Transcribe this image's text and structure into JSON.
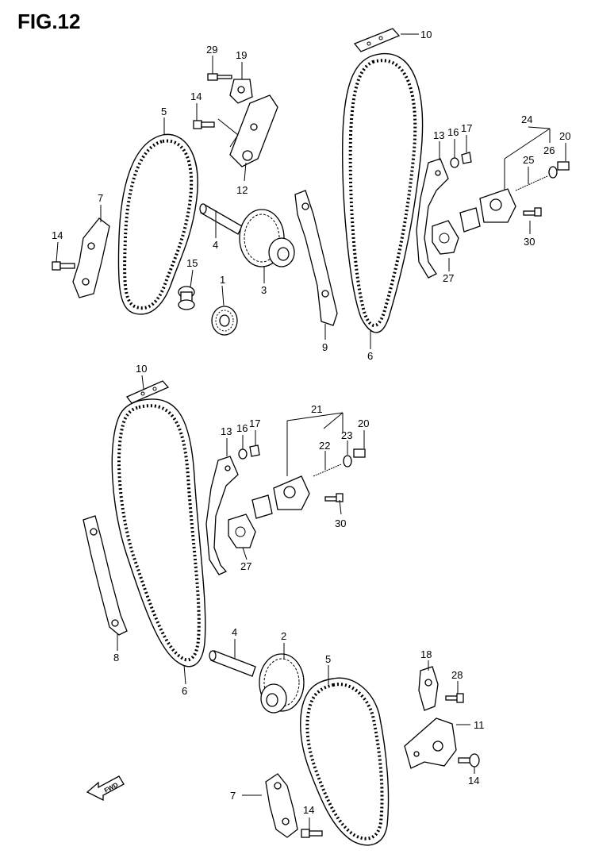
{
  "figure": {
    "title": "FIG.12",
    "fwd_label": "FWD"
  },
  "labels": {
    "p1": "1",
    "p2": "2",
    "p3": "3",
    "p4a": "4",
    "p4b": "4",
    "p5a": "5",
    "p5b": "5",
    "p6a": "6",
    "p6b": "6",
    "p7a": "7",
    "p7b": "7",
    "p8": "8",
    "p9": "9",
    "p10a": "10",
    "p10b": "10",
    "p11": "11",
    "p12": "12",
    "p13a": "13",
    "p13b": "13",
    "p14a": "14",
    "p14b": "14",
    "p14c": "14",
    "p14d": "14",
    "p15": "15",
    "p16a": "16",
    "p16b": "16",
    "p17a": "17",
    "p17b": "17",
    "p18": "18",
    "p19": "19",
    "p20a": "20",
    "p20b": "20",
    "p21": "21",
    "p22": "22",
    "p23": "23",
    "p24": "24",
    "p25": "25",
    "p26": "26",
    "p27a": "27",
    "p27b": "27",
    "p28": "28",
    "p29": "29",
    "p30a": "30",
    "p30b": "30"
  }
}
